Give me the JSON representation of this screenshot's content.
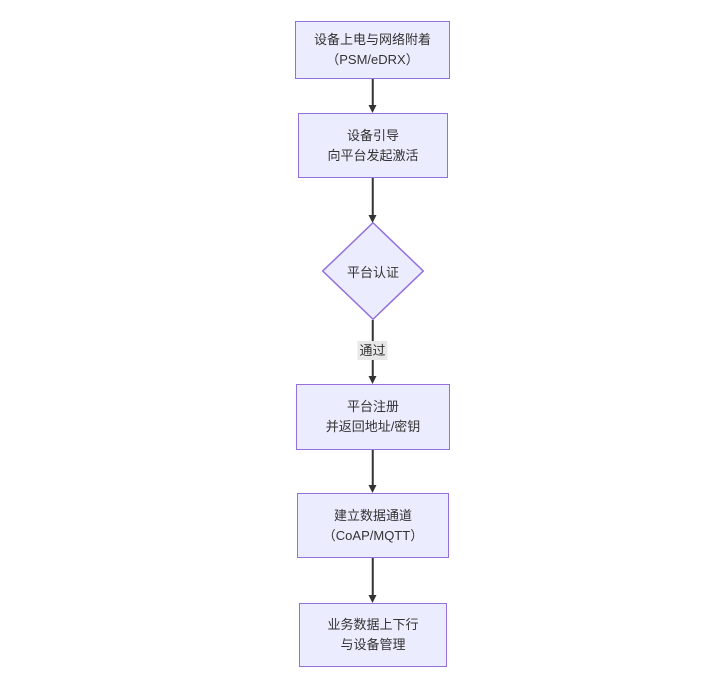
{
  "diagram": {
    "type": "flowchart",
    "direction": "top-down",
    "nodes": [
      {
        "id": "power-attach",
        "shape": "rect",
        "lines": [
          "设备上电与网络附着",
          "（PSM/eDRX）"
        ]
      },
      {
        "id": "bootstrap",
        "shape": "rect",
        "lines": [
          "设备引导",
          "向平台发起激活"
        ]
      },
      {
        "id": "auth",
        "shape": "diamond",
        "lines": [
          "平台认证"
        ]
      },
      {
        "id": "register",
        "shape": "rect",
        "lines": [
          "平台注册",
          "并返回地址/密钥"
        ]
      },
      {
        "id": "data-channel",
        "shape": "rect",
        "lines": [
          "建立数据通道",
          "（CoAP/MQTT）"
        ]
      },
      {
        "id": "business",
        "shape": "rect",
        "lines": [
          "业务数据上下行",
          "与设备管理"
        ]
      }
    ],
    "edges": [
      {
        "from": "power-attach",
        "to": "bootstrap",
        "label": ""
      },
      {
        "from": "bootstrap",
        "to": "auth",
        "label": ""
      },
      {
        "from": "auth",
        "to": "register",
        "label": "通过"
      },
      {
        "from": "register",
        "to": "data-channel",
        "label": ""
      },
      {
        "from": "data-channel",
        "to": "business",
        "label": ""
      }
    ]
  },
  "colors": {
    "node-fill": "#ECECFF",
    "node-border": "#9370DB",
    "edge-line": "#333333",
    "edge-label-bg": "#e8e8e8",
    "text": "#333333",
    "canvas-bg": "#ffffff"
  }
}
